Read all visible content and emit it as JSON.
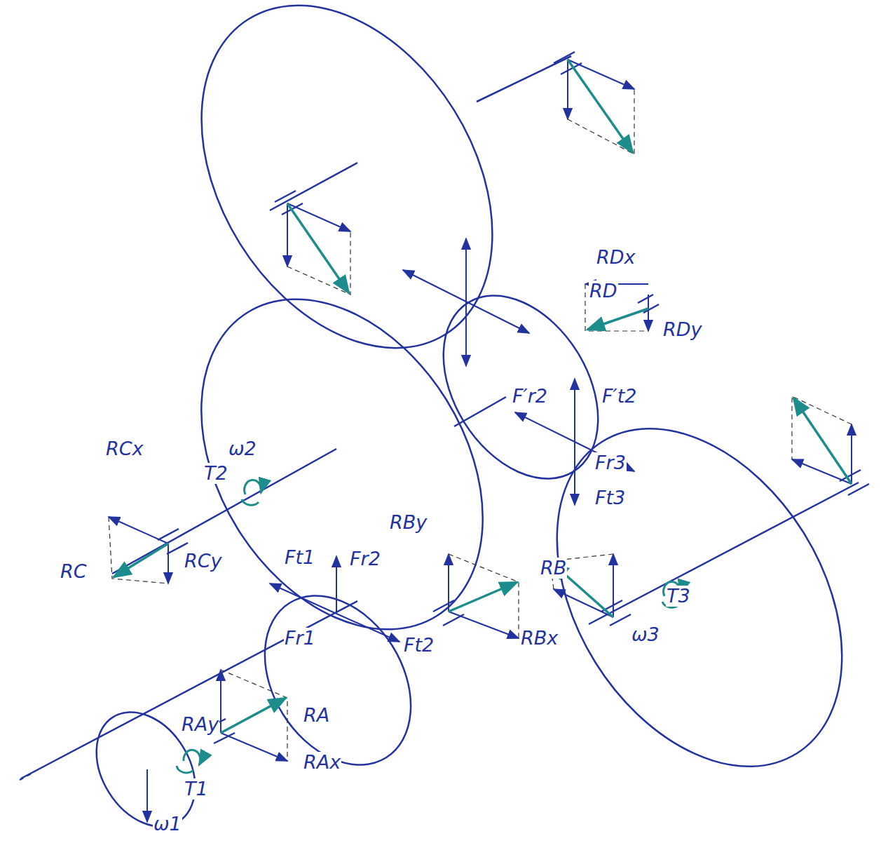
{
  "diagram": {
    "labels": [
      "RDx",
      "RD",
      "RDy",
      "F′r2",
      "F′t2",
      "Fr3",
      "Ft3",
      "ω2",
      "RCx",
      "T2",
      "RBy",
      "Ft1",
      "Fr2",
      "RB",
      "RCy",
      "RC",
      "T3",
      "Fr1",
      "Ft2",
      "RBx",
      "ω3",
      "RAy",
      "RA",
      "RAx",
      "T1",
      "ω1"
    ]
  }
}
